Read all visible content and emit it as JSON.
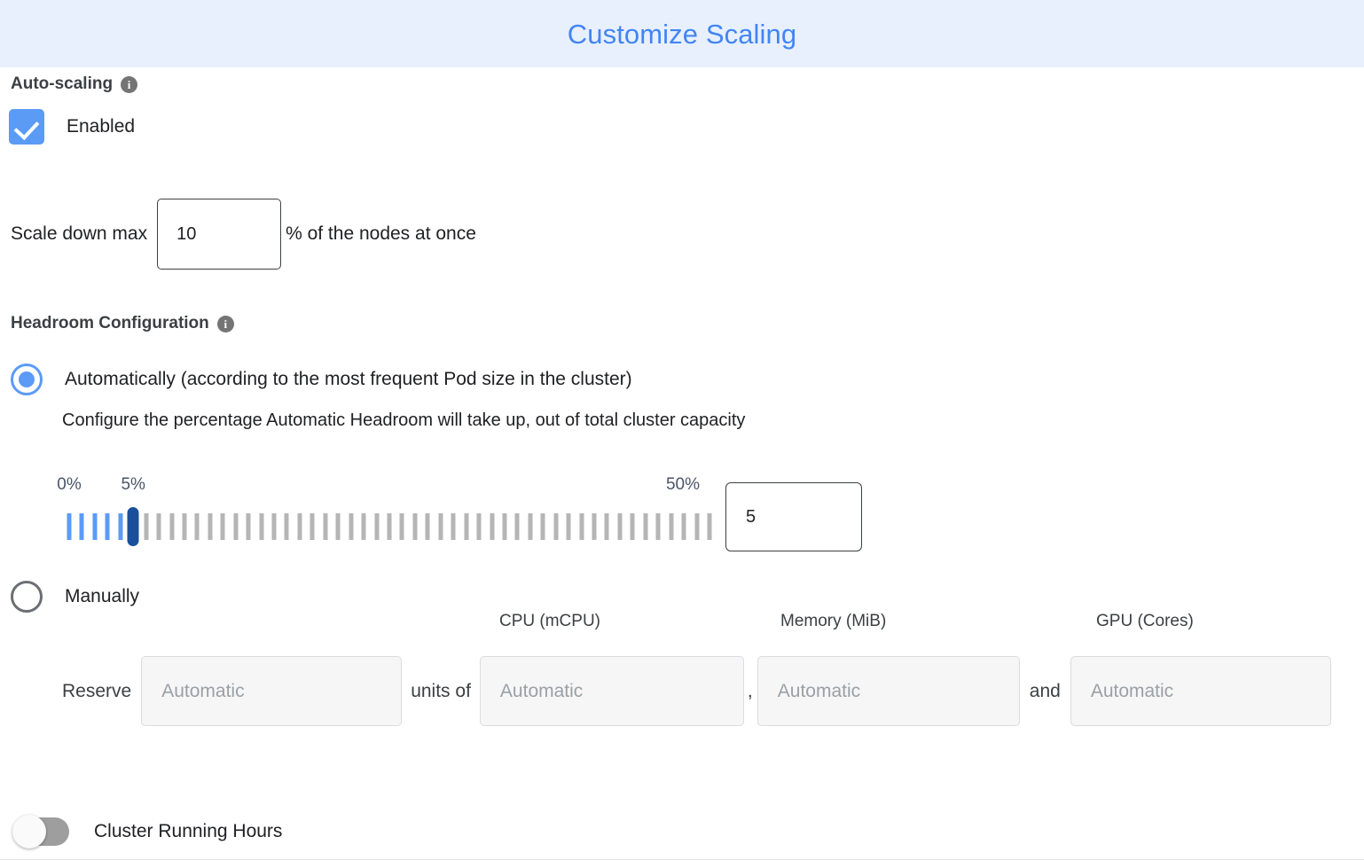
{
  "header": {
    "title": "Customize Scaling",
    "background": "#e8f0fe",
    "title_color": "#4285f4"
  },
  "auto_scaling": {
    "heading": "Auto-scaling",
    "info_glyph": "i",
    "enabled_label": "Enabled",
    "enabled_checked": true,
    "checkbox_color": "#5b9bf5",
    "scale_down": {
      "prefix_label": "Scale down max",
      "value": "10",
      "suffix_label": "% of the nodes at once"
    }
  },
  "headroom": {
    "heading": "Headroom Configuration",
    "info_glyph": "i",
    "automatic": {
      "label": "Automatically (according to the most frequent Pod size in the cluster)",
      "selected": true,
      "description": "Configure the percentage Automatic Headroom will take up, out of total cluster capacity",
      "slider": {
        "min_label": "0%",
        "current_label": "5%",
        "max_label": "50%",
        "min": 0,
        "max": 50,
        "step": 1,
        "value": 5,
        "filled_color": "#5b9bf5",
        "tick_color": "#b5b5b5",
        "thumb_color": "#1a4f9c"
      },
      "value_input": "5"
    },
    "manual": {
      "label": "Manually",
      "selected": false,
      "reserve_word": "Reserve",
      "units_of_word": "units of",
      "comma_word": ",",
      "and_word": "and",
      "fields": [
        {
          "label": "",
          "placeholder": "Automatic",
          "value": ""
        },
        {
          "label": "CPU (mCPU)",
          "placeholder": "Automatic",
          "value": ""
        },
        {
          "label": "Memory (MiB)",
          "placeholder": "Automatic",
          "value": ""
        },
        {
          "label": "GPU (Cores)",
          "placeholder": "Automatic",
          "value": ""
        }
      ]
    }
  },
  "cluster_running_hours": {
    "label": "Cluster Running Hours",
    "enabled": false
  }
}
